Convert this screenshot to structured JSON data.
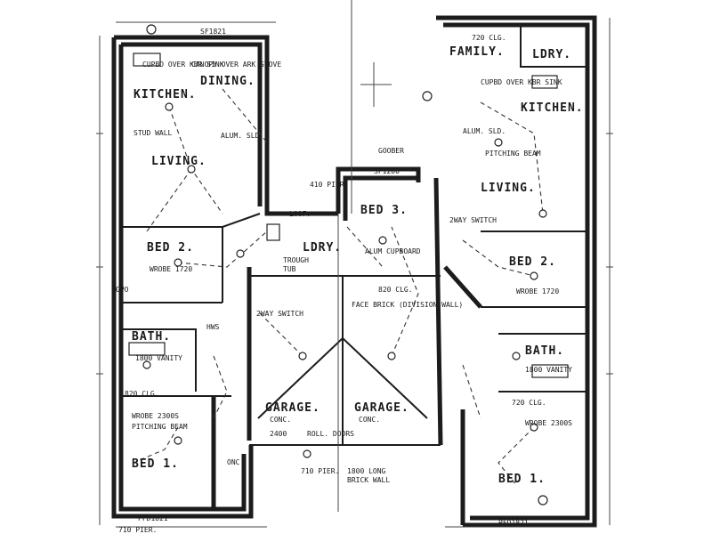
{
  "rooms": {
    "left_kitchen": "KITCHEN.",
    "left_dining": "DINING.",
    "left_living": "LIVING.",
    "left_bed2": "BED 2.",
    "left_bath": "BATH.",
    "left_bed1": "BED 1.",
    "left_garage": "GARAGE.",
    "left_ldry": "LDRY.",
    "center_bed3": "BED 3.",
    "right_garage": "GARAGE.",
    "right_family": "FAMILY.",
    "right_ldry": "LDRY.",
    "right_kitchen": "KITCHEN.",
    "right_living": "LIVING.",
    "right_bed2": "BED 2.",
    "right_bath": "BATH.",
    "right_bed1": "BED 1."
  },
  "notes": {
    "left_cupboard": "CUPBD OVER KBR SINK",
    "left_canopy": "CANOPY OVER ARK STOVE",
    "left_sto_wall": "STUD WALL",
    "left_alum": "ALUM. SLD.",
    "left_wrobe": "WROBE 1720",
    "left_vanity": "1800 VANITY",
    "left_820_ceiling": "820 CLG.",
    "left_2way": "2WAY SWITCH",
    "left_wrobe2": "WROBE 2300S",
    "left_pitching": "PITCHING BEAM",
    "left_garage_conc": "CONC.",
    "left_roller": "ROLL. DOORS",
    "left_2400": "2400",
    "ldry_trough": "TROUGH",
    "ldry_tub": "TUB",
    "center_face_brick": "FACE BRICK (DIVISION WALL)",
    "center_alum_cupboard": "ALUM CUPBOARD",
    "center_820_ceiling": "820 CLG.",
    "center_710_pier": "710 PIER.",
    "center_1800_long": "1800 LONG",
    "center_brick_wall": "BRICK WALL",
    "center_goober": "GOOBER",
    "center_sf": "SF1200",
    "center_410": "410 PIER.",
    "right_family_ceiling": "720 CLG.",
    "right_cupboard": "CUPBD OVER KBR SINK",
    "right_alum": "ALUM. SLD.",
    "right_pitching": "PITCHING BEAM",
    "right_wrobe": "WROBE 1720",
    "right_vanity": "1800 VANITY",
    "right_wrobe2": "WROBE 2300S",
    "right_garage_conc": "CONC.",
    "right_2way": "2WAY SWITCH",
    "right_720": "720 CLG.",
    "bottom_left_dim": "PFD1821",
    "bottom_right_dim": "PFD1821",
    "top_dim": "SF1821",
    "bottom_pier_left": "710 PIER.",
    "hws": "HWS",
    "ldry_left": "LOOF.",
    "gpo": "GPO",
    "onc": "ONC."
  }
}
